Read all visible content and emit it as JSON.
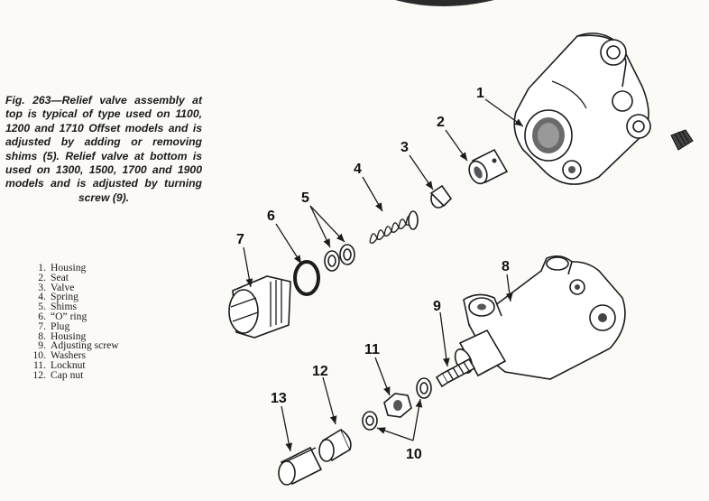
{
  "figure": {
    "caption": "Fig. 263—Relief valve assembly at top is typical of type used on 1100, 1200 and 1710 Offset models and is adjusted by adding or removing shims (5). Relief valve at bottom is used on 1300, 1500, 1700 and 1900 models and is adjusted by turning screw (9).",
    "legend": [
      {
        "num": "1.",
        "text": "Housing"
      },
      {
        "num": "2.",
        "text": "Seat"
      },
      {
        "num": "3.",
        "text": "Valve"
      },
      {
        "num": "4.",
        "text": "Spring"
      },
      {
        "num": "5.",
        "text": "Shims"
      },
      {
        "num": "6.",
        "text": "“O” ring"
      },
      {
        "num": "7.",
        "text": "Plug"
      },
      {
        "num": "8.",
        "text": "Housing"
      },
      {
        "num": "9.",
        "text": "Adjusting screw"
      },
      {
        "num": "10.",
        "text": "Washers"
      },
      {
        "num": "11.",
        "text": "Locknut"
      },
      {
        "num": "12.",
        "text": "Cap nut"
      }
    ]
  },
  "callouts": {
    "c1": "1",
    "c2": "2",
    "c3": "3",
    "c4": "4",
    "c5": "5",
    "c6": "6",
    "c7": "7",
    "c8": "8",
    "c9": "9",
    "c10": "10",
    "c11": "11",
    "c12": "12",
    "c13": "13"
  }
}
